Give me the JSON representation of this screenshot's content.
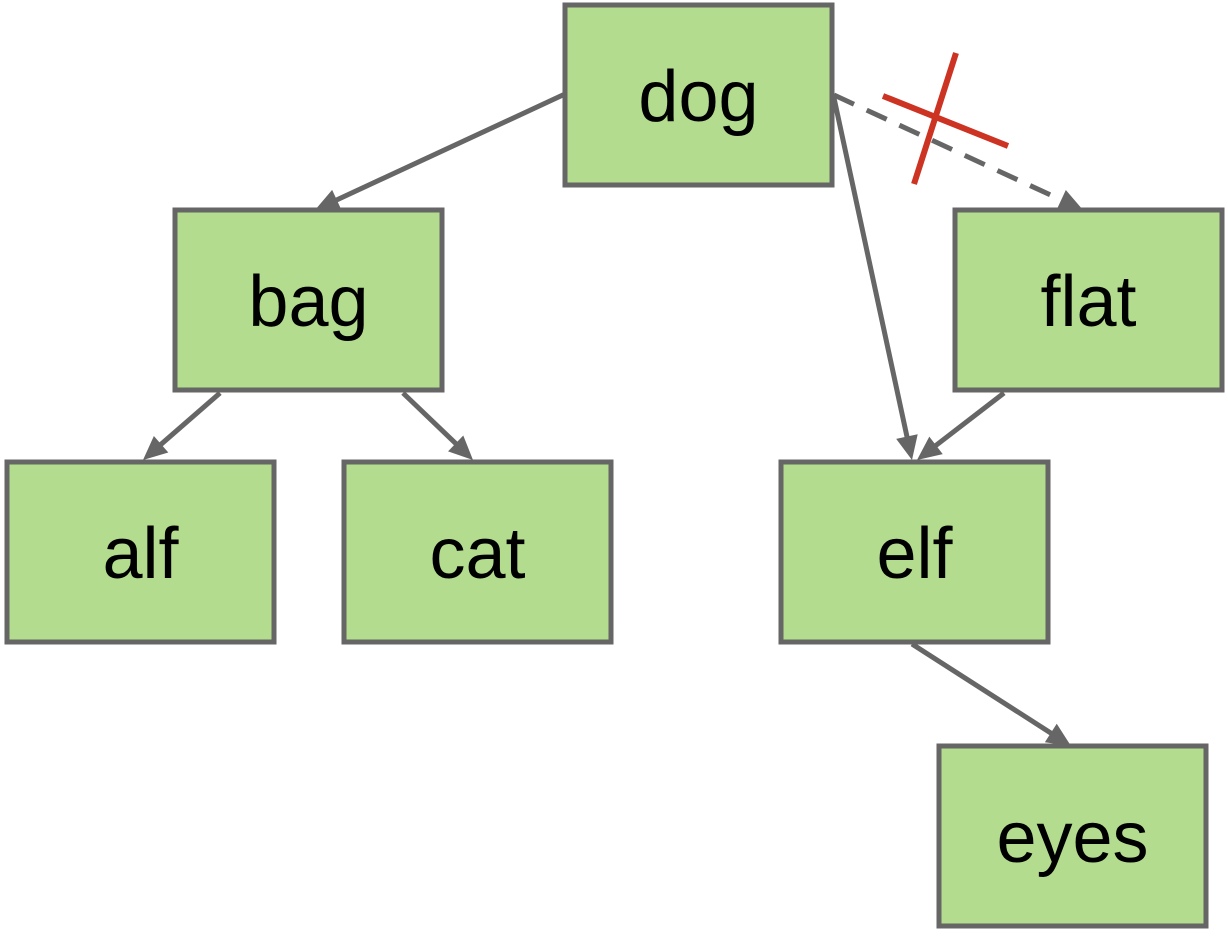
{
  "colors": {
    "node_fill": "#b3dc8e",
    "node_stroke": "#666666",
    "edge": "#666666",
    "label": "#000000",
    "cross": "#cc3322",
    "background": "#ffffff"
  },
  "nodes": {
    "dog": "dog",
    "bag": "bag",
    "flat": "flat",
    "alf": "alf",
    "cat": "cat",
    "elf": "elf",
    "eyes": "eyes"
  },
  "edges": [
    {
      "from": "dog",
      "to": "bag",
      "style": "solid"
    },
    {
      "from": "dog",
      "to": "elf",
      "style": "solid"
    },
    {
      "from": "dog",
      "to": "flat",
      "style": "dashed",
      "removed": true
    },
    {
      "from": "bag",
      "to": "alf",
      "style": "solid"
    },
    {
      "from": "bag",
      "to": "cat",
      "style": "solid"
    },
    {
      "from": "flat",
      "to": "elf",
      "style": "solid"
    },
    {
      "from": "elf",
      "to": "eyes",
      "style": "solid"
    }
  ]
}
